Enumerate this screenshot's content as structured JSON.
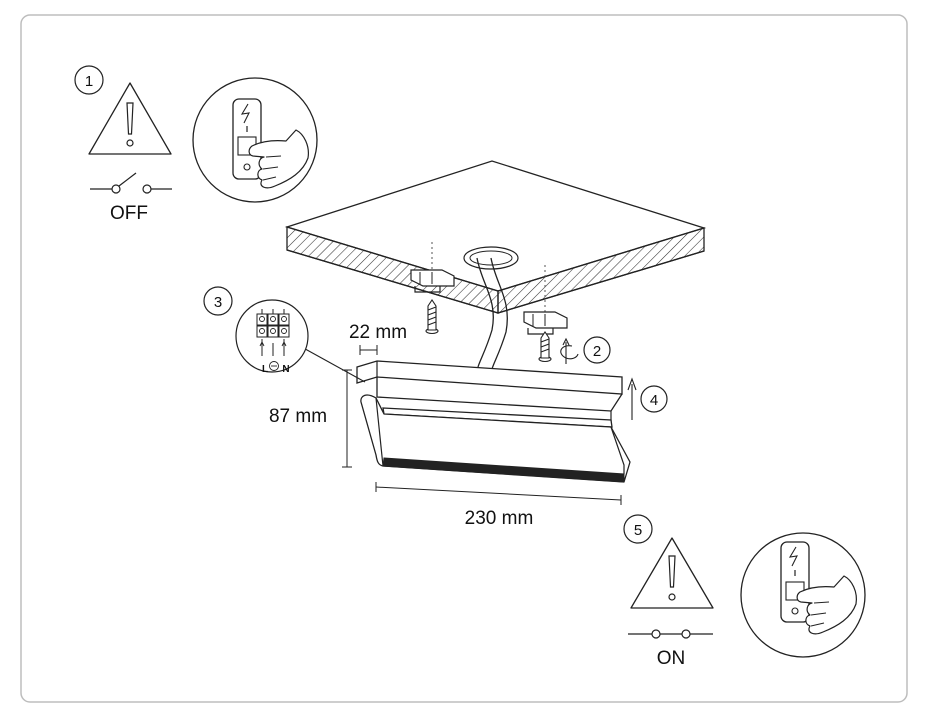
{
  "steps": [
    {
      "number": "1"
    },
    {
      "number": "2"
    },
    {
      "number": "3"
    },
    {
      "number": "4"
    },
    {
      "number": "5"
    }
  ],
  "power": {
    "off_label": "OFF",
    "on_label": "ON"
  },
  "dimensions": {
    "depth": "22 mm",
    "height": "87 mm",
    "length": "230 mm"
  },
  "wiring": {
    "line": "L",
    "neutral": "N"
  },
  "icons": [
    "warning-triangle-icon",
    "wall-switch-icon",
    "hand-icon",
    "screw-icon",
    "rotate-arrow-icon",
    "up-arrow-icon",
    "terminal-block-icon"
  ],
  "colors": {
    "stroke": "#222222",
    "frame": "#bdbdbd"
  }
}
